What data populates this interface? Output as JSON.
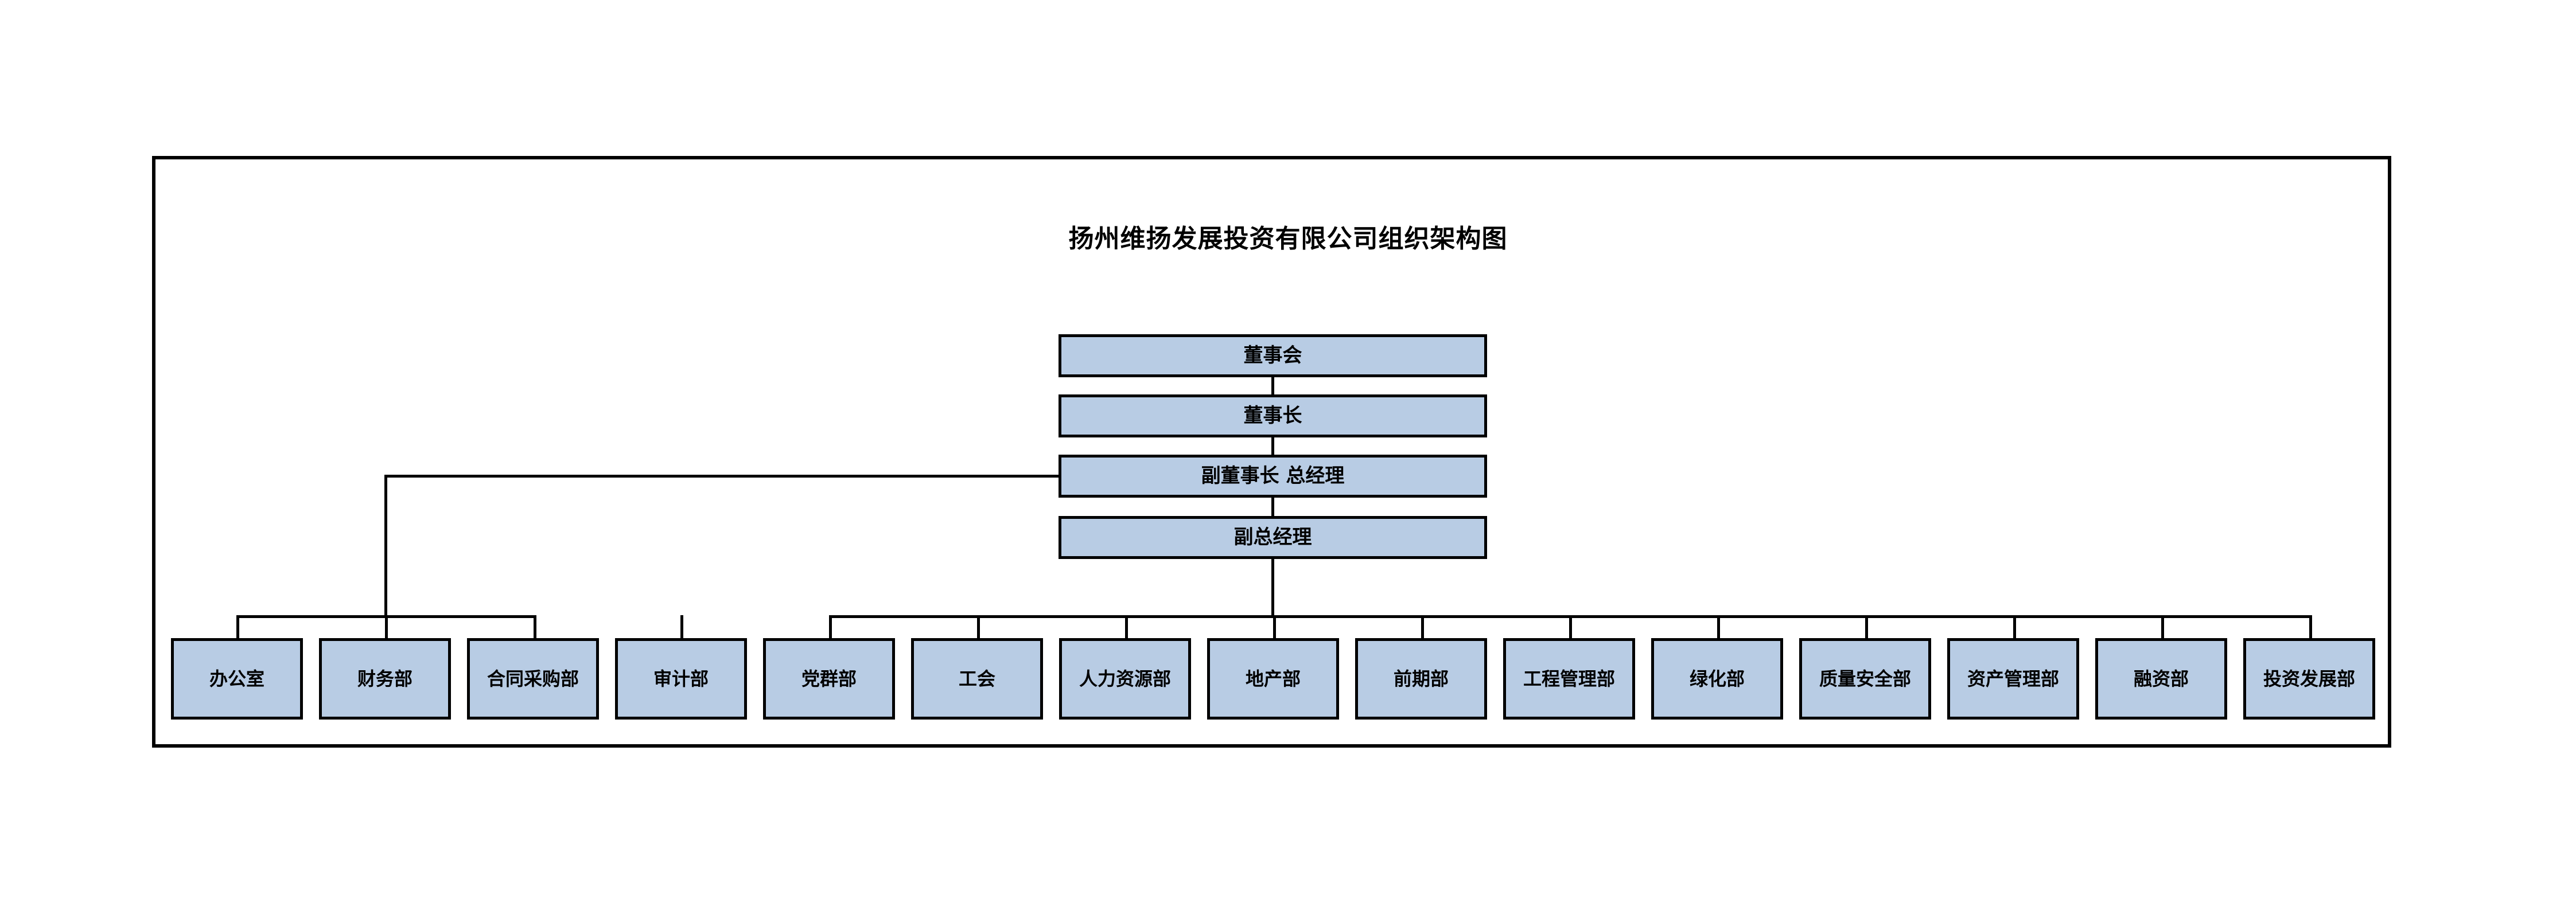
{
  "chart": {
    "title": "扬州维扬发展投资有限公司组织架构图",
    "type": "org-chart",
    "colors": {
      "node_fill": "#b8cce4",
      "node_border": "#000000",
      "frame_border": "#000000",
      "background": "#ffffff",
      "text": "#000000"
    },
    "executive_levels": [
      {
        "id": "board",
        "label": "董事会"
      },
      {
        "id": "chairman",
        "label": "董事长"
      },
      {
        "id": "vice-chairman-gm",
        "label": "副董事长 总经理"
      },
      {
        "id": "deputy-gm",
        "label": "副总经理"
      }
    ],
    "departments_group_left": [
      {
        "id": "office",
        "label": "办公室"
      },
      {
        "id": "finance",
        "label": "财务部"
      },
      {
        "id": "contract-procurement",
        "label": "合同采购部"
      },
      {
        "id": "audit",
        "label": "审计部"
      }
    ],
    "departments_group_right": [
      {
        "id": "party-mass",
        "label": "党群部"
      },
      {
        "id": "labor-union",
        "label": "工会"
      },
      {
        "id": "human-resources",
        "label": "人力资源部"
      },
      {
        "id": "real-estate",
        "label": "地产部"
      },
      {
        "id": "preliminary",
        "label": "前期部"
      },
      {
        "id": "engineering-management",
        "label": "工程管理部"
      },
      {
        "id": "greening",
        "label": "绿化部"
      },
      {
        "id": "quality-safety",
        "label": "质量安全部"
      },
      {
        "id": "asset-management",
        "label": "资产管理部"
      },
      {
        "id": "financing",
        "label": "融资部"
      },
      {
        "id": "investment-development",
        "label": "投资发展部"
      }
    ]
  }
}
